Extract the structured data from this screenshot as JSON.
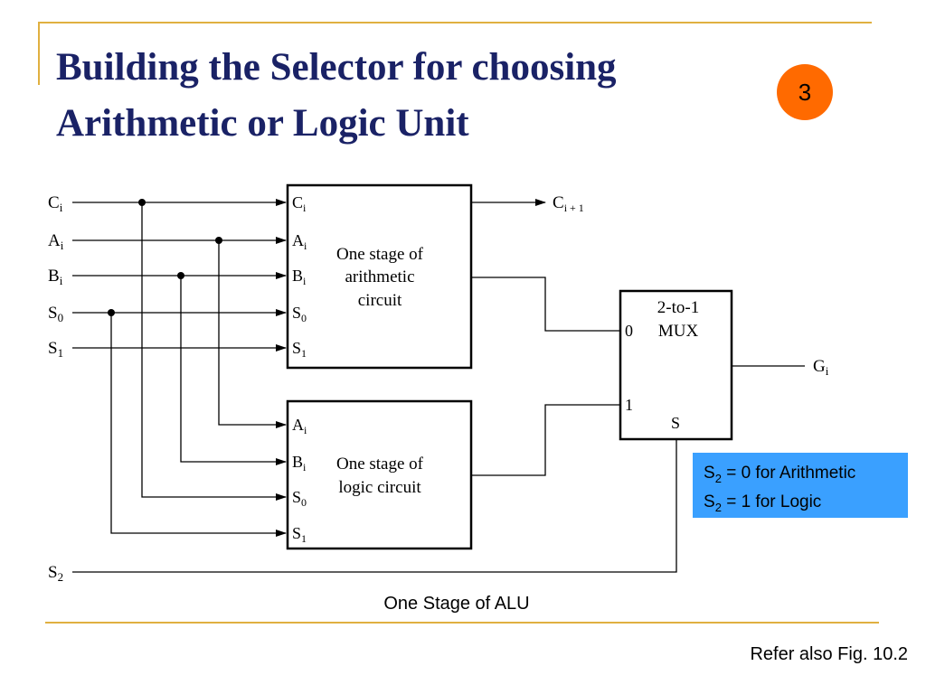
{
  "slide": {
    "title_line1": "Building the Selector for choosing",
    "title_line2": "Arithmetic or Logic Unit",
    "slide_number": "3",
    "caption": "One Stage of ALU",
    "reference": "Refer also Fig. 10.2"
  },
  "colors": {
    "title": "#1a2266",
    "accent_rule": "#e0b040",
    "badge": "#ff6a00",
    "note_box": "#3aa0ff"
  },
  "diagram": {
    "inputs": [
      {
        "base": "C",
        "sub": "i"
      },
      {
        "base": "A",
        "sub": "i"
      },
      {
        "base": "B",
        "sub": "i"
      },
      {
        "base": "S",
        "sub": "0"
      },
      {
        "base": "S",
        "sub": "1"
      },
      {
        "base": "S",
        "sub": "2"
      }
    ],
    "arithmetic_block": {
      "ports": [
        {
          "base": "C",
          "sub": "i"
        },
        {
          "base": "A",
          "sub": "i"
        },
        {
          "base": "B",
          "sub": "i"
        },
        {
          "base": "S",
          "sub": "0"
        },
        {
          "base": "S",
          "sub": "1"
        }
      ],
      "label_lines": [
        "One stage of",
        "arithmetic",
        "circuit"
      ]
    },
    "logic_block": {
      "ports": [
        {
          "base": "A",
          "sub": "i"
        },
        {
          "base": "B",
          "sub": "i"
        },
        {
          "base": "S",
          "sub": "0"
        },
        {
          "base": "S",
          "sub": "1"
        }
      ],
      "label_lines": [
        "One stage of",
        "logic circuit"
      ]
    },
    "mux": {
      "label_lines": [
        "2-to-1",
        "MUX"
      ],
      "input0": "0",
      "input1": "1",
      "select": "S"
    },
    "carry_out": {
      "base": "C",
      "sub": "i + 1"
    },
    "output": {
      "base": "G",
      "sub": "i"
    }
  },
  "note": {
    "line1": {
      "base": "S",
      "sub": "2",
      "rest": " = 0 for Arithmetic"
    },
    "line2": {
      "base": "S",
      "sub": "2",
      "rest": " = 1 for Logic"
    }
  }
}
